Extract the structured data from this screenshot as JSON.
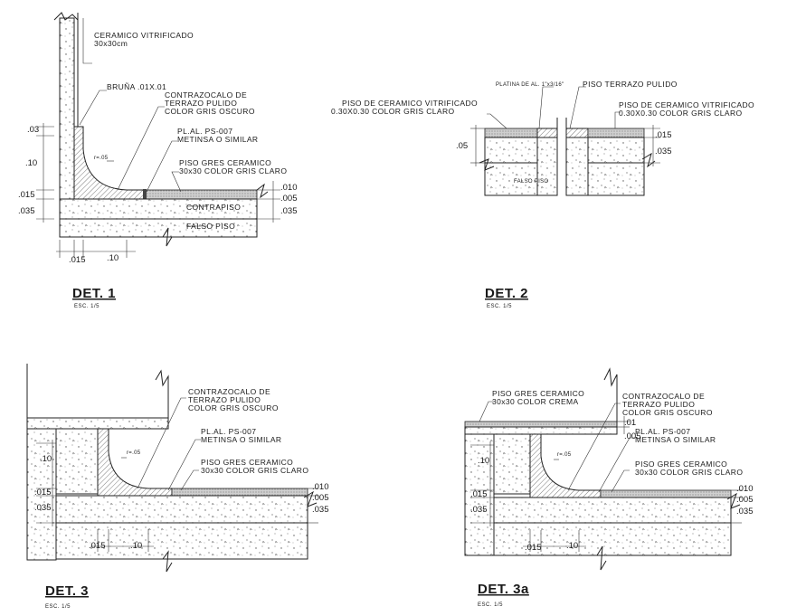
{
  "det1": {
    "labels": {
      "ceramico": "CERAMICO  VITRIFICADO",
      "ceramico_size": "30x30cm",
      "bruna": "BRUÑA  .01X.01",
      "contrazocalo1": "CONTRAZOCALO  DE",
      "contrazocalo2": "TERRAZO  PULIDO",
      "contrazocalo3": "COLOR  GRIS  OSCURO",
      "radius": "r=.05",
      "platina1": "PL.AL.  PS-007",
      "platina2": "METINSA  O  SIMILAR",
      "piso1": "PISO  GRES  CERAMICO",
      "piso2": "30x30  COLOR  GRIS  CLARO",
      "contrapiso": "CONTRAPISO",
      "falso_piso": "FALSO  PISO"
    },
    "dims": {
      "d03": ".03",
      "d10": ".10",
      "d015": ".015",
      "d035": ".035",
      "r010": ".010",
      "r005": ".005",
      "r035": ".035",
      "b015": ".015",
      "b10": ".10"
    },
    "title": "DET. 1",
    "scale": "ESC. 1/5"
  },
  "det2": {
    "labels": {
      "platina": "PLATINA  DE  AL.  1\"x3/16\"",
      "terrazo": "PISO  TERRAZO  PULIDO",
      "ceramico_l1": "PISO  DE  CERAMICO  VITRIFICADO",
      "ceramico_l2": "0.30X0.30  COLOR  GRIS  CLARO",
      "ceramico_r1": "PISO  DE  CERAMICO  VITRIFICADO",
      "ceramico_r2": "0.30X0.30  COLOR  GRIS  CLARO",
      "falso": "FALSO  PISO"
    },
    "dims": {
      "d05": ".05",
      "d015": ".015",
      "d035": ".035"
    },
    "title": "DET. 2",
    "scale": "ESC. 1/5"
  },
  "det3": {
    "labels": {
      "contrazocalo1": "CONTRAZOCALO  DE",
      "contrazocalo2": "TERRAZO  PULIDO",
      "contrazocalo3": "COLOR  GRIS  OSCURO",
      "radius": "r=.05",
      "platina1": "PL.AL.  PS-007",
      "platina2": "METINSA  O  SIMILAR",
      "piso1": "PISO  GRES  CERAMICO",
      "piso2": "30x30  COLOR  GRIS  CLARO"
    },
    "dims": {
      "d10": ".10",
      "d015": ".015",
      "d035": ".035",
      "r010": ".010",
      "r005": ".005",
      "r035": ".035",
      "b015": ".015",
      "b10": ".10"
    },
    "title": "DET. 3",
    "scale": "ESC. 1/5"
  },
  "det3a": {
    "labels": {
      "piso_top1": "PISO  GRES  CERAMICO",
      "piso_top2": "30x30  COLOR  CREMA",
      "contrazocalo1": "CONTRAZOCALO  DE",
      "contrazocalo2": "TERRAZO  PULIDO",
      "contrazocalo3": "COLOR  GRIS  OSCURO",
      "radius": "r=.05",
      "platina1": "PL.AL.  PS-007",
      "platina2": "METINSA  O  SIMILAR",
      "piso1": "PISO  GRES  CERAMICO",
      "piso2": "30x30  COLOR  GRIS  CLARO"
    },
    "dims": {
      "t01": ".01",
      "t005": ".005",
      "d10": ".10",
      "d015": ".015",
      "d035": ".035",
      "r010": ".010",
      "r005": ".005",
      "r035": ".035",
      "b015": ".015",
      "b10": ".10"
    },
    "title": "DET. 3a",
    "scale": "ESC. 1/5"
  }
}
